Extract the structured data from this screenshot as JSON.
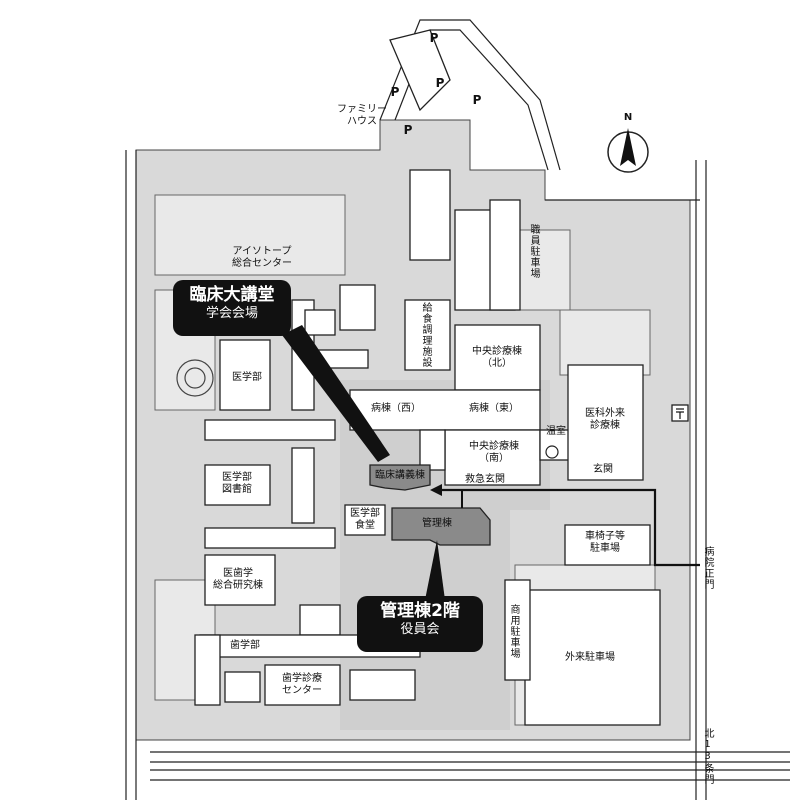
{
  "compass": {
    "label": "N"
  },
  "callouts": {
    "lecture": {
      "line1": "臨床大講堂",
      "line2": "学会会場"
    },
    "admin": {
      "line1": "管理棟2階",
      "line2": "役員会"
    }
  },
  "labels": {
    "family_house": [
      "ファミリー",
      "ハウス"
    ],
    "isotope": [
      "アイソトープ",
      "総合センター"
    ],
    "medicine": "医学部",
    "med_library": [
      "医学部",
      "図書館"
    ],
    "med_dining": [
      "医学部",
      "食堂"
    ],
    "dental_research": [
      "医歯学",
      "総合研究棟"
    ],
    "dentistry": "歯学部",
    "dental_clinic": [
      "歯学診療",
      "センター"
    ],
    "food_service": "給食調理施設",
    "central_north": [
      "中央診療棟",
      "（北）"
    ],
    "ward_west": "病棟（西）",
    "ward_east": "病棟（東）",
    "central_south": [
      "中央診療棟",
      "（南）"
    ],
    "greenhouse": "温室",
    "outpatient": [
      "医科外来",
      "診療棟"
    ],
    "entrance": "玄関",
    "lecture_building": "臨床講義棟",
    "er_entrance": "救急玄関",
    "admin_building": "管理棟",
    "wheelchair_parking": [
      "車椅子等",
      "駐車場"
    ],
    "visitor_parking": "外来駐車場",
    "staff_parking": "職員駐車場",
    "commercial_parking": "商用駐車場",
    "hospital_gate": "病院正門",
    "north13_gate": "北13条門",
    "parking_mark": "P"
  },
  "colors": {
    "highlight_gray": "#8a8a8a",
    "campus_gray": "#d9d9d9",
    "light_gray": "#e6e6e6",
    "road_line": "#222222"
  }
}
